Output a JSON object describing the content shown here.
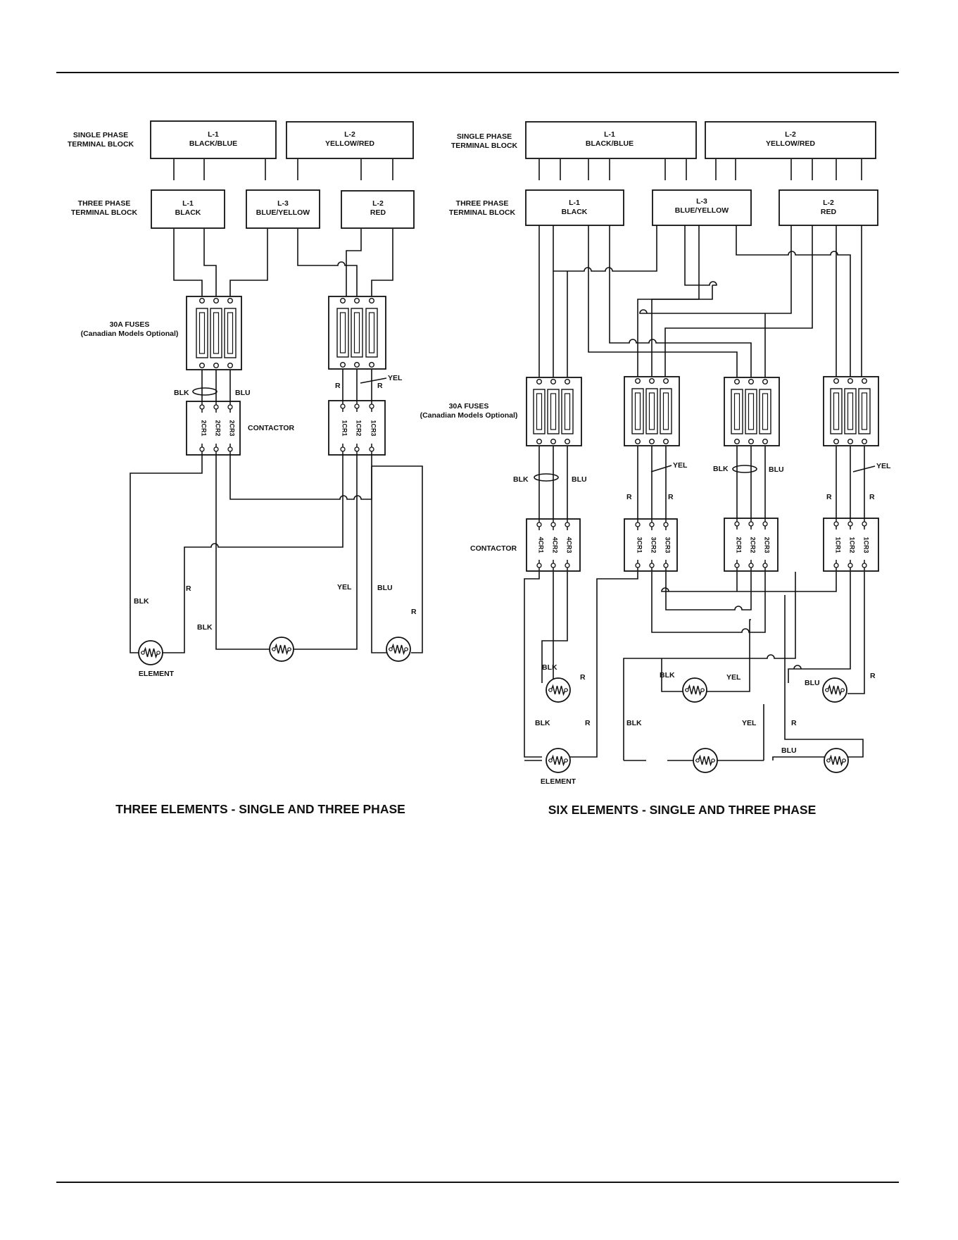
{
  "left": {
    "caption": "THREE ELEMENTS - SINGLE AND THREE PHASE",
    "single_phase_label": [
      "SINGLE PHASE",
      "TERMINAL BLOCK"
    ],
    "three_phase_label": [
      "THREE PHASE",
      "TERMINAL BLOCK"
    ],
    "single_blocks": [
      {
        "name": "L-1",
        "color": "BLACK/BLUE"
      },
      {
        "name": "L-2",
        "color": "YELLOW/RED"
      }
    ],
    "three_blocks": [
      {
        "name": "L-1",
        "color": "BLACK"
      },
      {
        "name": "L-3",
        "color": "BLUE/YELLOW"
      },
      {
        "name": "L-2",
        "color": "RED"
      }
    ],
    "fuses_label": [
      "30A FUSES",
      "(Canadian Models Optional)"
    ],
    "contactor_label": "CONTACTOR",
    "contactor_a": [
      "2CR1",
      "2CR2",
      "2CR3"
    ],
    "contactor_b": [
      "1CR1",
      "1CR2",
      "1CR3"
    ],
    "wire_labels": {
      "blk": "BLK",
      "blu": "BLU",
      "r": "R",
      "yel": "YEL"
    },
    "element_label": "ELEMENT"
  },
  "right": {
    "caption": "SIX ELEMENTS - SINGLE AND THREE PHASE",
    "single_phase_label": [
      "SINGLE PHASE",
      "TERMINAL BLOCK"
    ],
    "three_phase_label": [
      "THREE PHASE",
      "TERMINAL BLOCK"
    ],
    "single_blocks": [
      {
        "name": "L-1",
        "color": "BLACK/BLUE"
      },
      {
        "name": "L-2",
        "color": "YELLOW/RED"
      }
    ],
    "three_blocks": [
      {
        "name": "L-1",
        "color": "BLACK"
      },
      {
        "name": "L-3",
        "color": "BLUE/YELLOW"
      },
      {
        "name": "L-2",
        "color": "RED"
      }
    ],
    "fuses_label": [
      "30A FUSES",
      "(Canadian Models Optional)"
    ],
    "contactor_label": "CONTACTOR",
    "contactors": [
      [
        "4CR1",
        "4CR2",
        "4CR3"
      ],
      [
        "3CR1",
        "3CR2",
        "3CR3"
      ],
      [
        "2CR1",
        "2CR2",
        "2CR3"
      ],
      [
        "1CR1",
        "1CR2",
        "1CR3"
      ]
    ],
    "wire_labels": {
      "blk": "BLK",
      "blu": "BLU",
      "r": "R",
      "yel": "YEL"
    },
    "element_label": "ELEMENT"
  }
}
